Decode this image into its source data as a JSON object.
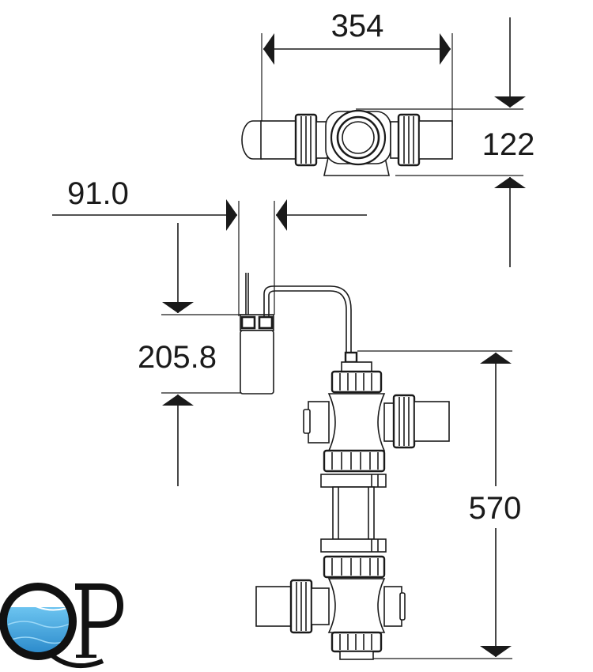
{
  "dimensions": {
    "top_width": "354",
    "top_height": "122",
    "probe_width": "91.0",
    "probe_height": "205.8",
    "body_height": "570"
  },
  "logo": {
    "text": "QP",
    "water_color": "#2a8fd0"
  },
  "colors": {
    "line": "#1a1a1a",
    "fill": "#ffffff"
  }
}
